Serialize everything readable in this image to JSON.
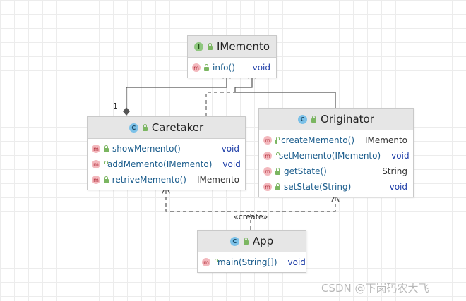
{
  "classes": {
    "imemento": {
      "name": "IMemento",
      "kind": "interface",
      "badge": "I",
      "methods": [
        {
          "name": "info()",
          "type": "void"
        }
      ]
    },
    "caretaker": {
      "name": "Caretaker",
      "kind": "class",
      "badge": "C",
      "methods": [
        {
          "name": "showMemento()",
          "type": "void"
        },
        {
          "name": "addMemento(IMemento)",
          "type": "void"
        },
        {
          "name": "retriveMemento()",
          "type": "IMemento"
        }
      ]
    },
    "originator": {
      "name": "Originator",
      "kind": "class",
      "badge": "C",
      "methods": [
        {
          "name": "createMemento()",
          "type": "IMemento"
        },
        {
          "name": "setMemento(IMemento)",
          "type": "void"
        },
        {
          "name": "getState()",
          "type": "String"
        },
        {
          "name": "setState(String)",
          "type": "void"
        }
      ]
    },
    "app": {
      "name": "App",
      "kind": "class",
      "badge": "C",
      "methods": [
        {
          "name": "main(String[])",
          "type": "void"
        }
      ]
    }
  },
  "method_badge": "m",
  "labels": {
    "create_stereotype": "«create»",
    "mult_many": "*",
    "mult_one": "1"
  },
  "watermark": "CSDN @下岗码农大飞",
  "colors": {
    "header": "#e6e6e6",
    "method_name": "#1a5c8c",
    "keyword": "#1f3fa8",
    "class_badge": "#7cc1e8",
    "interface_badge": "#8fc77f",
    "method_badge": "#f3b8bd"
  }
}
